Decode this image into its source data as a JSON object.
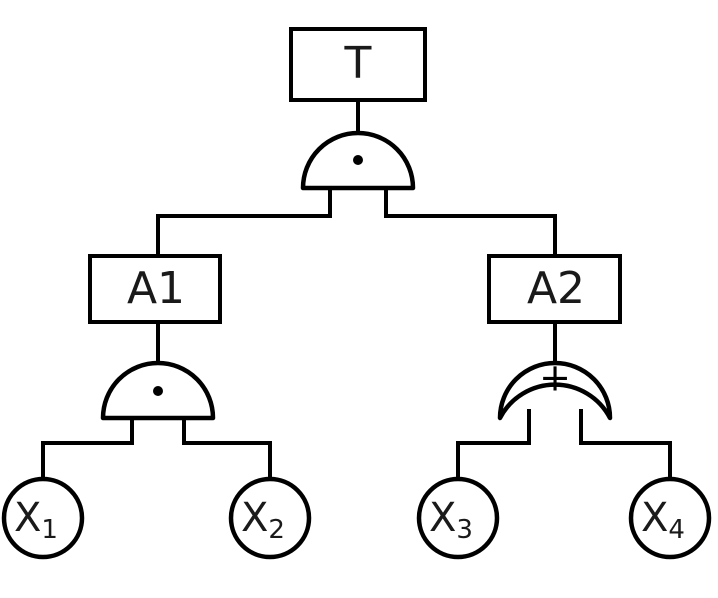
{
  "diagram": {
    "type": "fault-tree",
    "title": "",
    "background_color": "#ffffff",
    "line_color": "#000000",
    "text_color": "#1a1a1a"
  },
  "nodes": {
    "top_event": {
      "label": "T",
      "shape": "rectangle",
      "role": "top-event"
    },
    "intermediate_left": {
      "label": "A1",
      "shape": "rectangle",
      "role": "intermediate-event"
    },
    "intermediate_right": {
      "label": "A2",
      "shape": "rectangle",
      "role": "intermediate-event"
    }
  },
  "gates": {
    "top": {
      "kind": "AND",
      "symbol": "·",
      "symbol_name": "dot-symbol",
      "shape": "dome-flat-bottom"
    },
    "left": {
      "kind": "AND",
      "symbol": "·",
      "symbol_name": "dot-symbol",
      "shape": "dome-flat-bottom"
    },
    "right": {
      "kind": "OR",
      "symbol": "+",
      "symbol_name": "plus-symbol",
      "shape": "dome-concave-bottom"
    }
  },
  "leaves": [
    {
      "base": "X",
      "subscript": "1",
      "label": "X1",
      "shape": "circle",
      "role": "basic-event"
    },
    {
      "base": "X",
      "subscript": "2",
      "label": "X2",
      "shape": "circle",
      "role": "basic-event"
    },
    {
      "base": "X",
      "subscript": "3",
      "label": "X3",
      "shape": "circle",
      "role": "basic-event"
    },
    {
      "base": "X",
      "subscript": "4",
      "label": "X4",
      "shape": "circle",
      "role": "basic-event"
    }
  ],
  "chart_data": {
    "type": "diagram",
    "structure": "fault-tree",
    "title": "",
    "edges": [
      {
        "from": "T",
        "to": "top-AND-gate"
      },
      {
        "from": "top-AND-gate",
        "to": "A1"
      },
      {
        "from": "top-AND-gate",
        "to": "A2"
      },
      {
        "from": "A1",
        "to": "left-AND-gate"
      },
      {
        "from": "left-AND-gate",
        "to": "X1"
      },
      {
        "from": "left-AND-gate",
        "to": "X2"
      },
      {
        "from": "A2",
        "to": "right-OR-gate"
      },
      {
        "from": "right-OR-gate",
        "to": "X3"
      },
      {
        "from": "right-OR-gate",
        "to": "X4"
      }
    ],
    "logic": "T = A1 AND A2;  A1 = X1 AND X2;  A2 = X3 OR X4"
  }
}
